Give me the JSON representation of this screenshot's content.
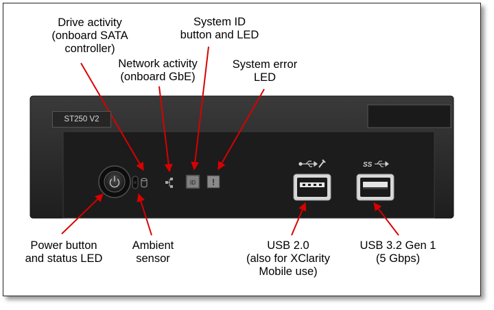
{
  "model_label": "ST250 V2",
  "button_glyphs": {
    "id": "ID",
    "error": "!"
  },
  "usb_icons": [
    "usb-2-icon",
    "usb-ss-icon"
  ],
  "callouts": {
    "drive_activity": [
      "Drive activity",
      "(onboard SATA",
      "controller)"
    ],
    "network_activity": [
      "Network activity",
      "(onboard GbE)"
    ],
    "system_id": [
      "System ID",
      "button and LED"
    ],
    "system_error": [
      "System error",
      "LED"
    ],
    "power": [
      "Power button",
      "and status LED"
    ],
    "ambient": [
      "Ambient",
      "sensor"
    ],
    "usb2": [
      "USB 2.0",
      "(also for XClarity",
      "Mobile use)"
    ],
    "usb3": [
      "USB 3.2 Gen 1",
      "(5 Gbps)"
    ]
  },
  "colors": {
    "arrow": "#d90000",
    "chassis": "#2a2a2a",
    "panel": "#1f1f1f"
  }
}
